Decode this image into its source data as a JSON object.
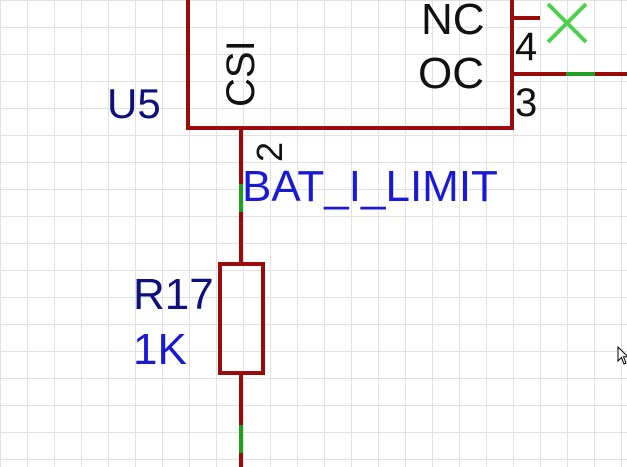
{
  "colors": {
    "wire": "#9b0a0a",
    "pin_end": "#20a020",
    "no_connect": "#4ccf4c",
    "designator": "#10107a",
    "net_label": "#1a1ad6",
    "pin_text": "#111111",
    "grid": "#e2e2e2"
  },
  "component_u5": {
    "designator": "U5",
    "pins": [
      {
        "name": "NC",
        "number": "4"
      },
      {
        "name": "OC",
        "number": "3"
      },
      {
        "name": "CSI",
        "number": "2"
      }
    ]
  },
  "net": {
    "label": "BAT_I_LIMIT"
  },
  "resistor_r17": {
    "designator": "R17",
    "value": "1K"
  },
  "icons": {
    "no_connect": "x-mark-icon",
    "cursor": "mouse-pointer-icon"
  }
}
